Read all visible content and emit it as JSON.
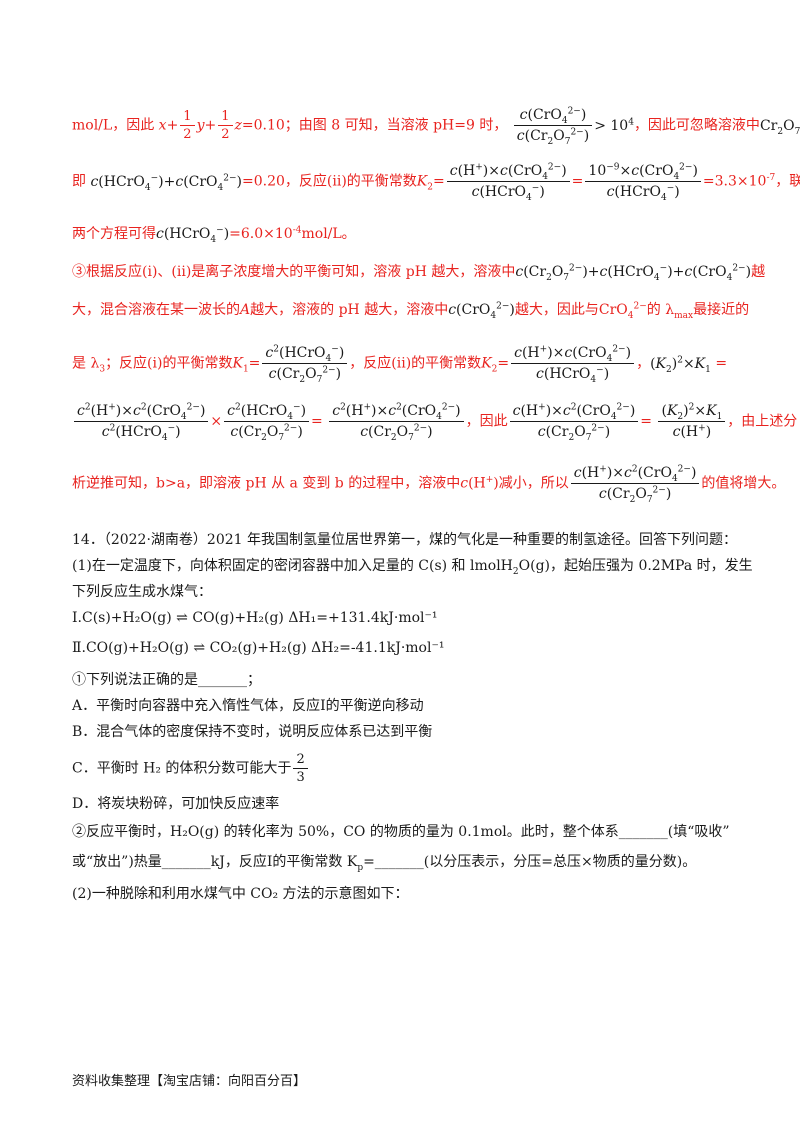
{
  "solution": {
    "l1_a": "mol/L，因此",
    "l1_b": "=0.10；由图 8 可知，当溶液 pH=9 时，",
    "l1_c": "> 10",
    "l1_c_exp": "4",
    "l1_d": "，因此可忽略溶液中",
    "l2_a": "即",
    "l2_b": "=0.20，反应(ii)的平衡常数",
    "l2_c": "=3.3×10",
    "l2_c_exp": "-7",
    "l2_d": "，联立",
    "l3_a": "两个方程可得",
    "l3_b": "=6.0×10",
    "l3_b_exp": "-4",
    "l3_c": "mol/L。",
    "l4_a": "③根据反应(i)、(ii)是离子浓度增大的平衡可知，溶液 pH 越大，溶液中",
    "l4_b": "越",
    "l5_a": "大，混合溶液在某一波长的",
    "l5_b": "越大，溶液的 pH 越大，溶液中",
    "l5_c": "越大，因此与",
    "l5_d": "的 λ",
    "l5_e": "最接近的",
    "l6_a": "是 λ",
    "l6_b": "；反应(i)的平衡常数",
    "l6_c": "，反应(ii)的平衡常数",
    "l6_d": "，",
    "l7_a": "，因此",
    "l7_b": "，由上述分",
    "l8_a": "析逆推可知，b>a，即溶液 pH 从 a 变到 b 的过程中，溶液中",
    "l8_b": "减小，所以",
    "l8_c": "的值将增大。"
  },
  "question": {
    "number": "14．（2022·湖南卷）",
    "intro": "2021 年我国制氢量位居世界第一，煤的气化是一种重要的制氢途径。回答下列问题：",
    "p1_a": "(1)在一定温度下，向体积固定的密闭容器中加入足量的 C(s) 和",
    "p1_b": "，起始压强为 0.2MPa 时，发生",
    "p1_c": "下列反应生成水煤气：",
    "r1_label": "Ⅰ.",
    "r1": "C(s)+H₂O(g) ⇌ CO(g)+H₂(g)   ΔH₁=+131.4kJ·mol⁻¹",
    "r2_label": "Ⅱ.",
    "r2": "CO(g)+H₂O(g) ⇌ CO₂(g)+H₂(g)   ΔH₂=-41.1kJ·mol⁻¹",
    "q1": "①下列说法正确的是_______；",
    "optA": "A．平衡时向容器中充入惰性气体，反应Ⅰ的平衡逆向移动",
    "optB": "B．混合气体的密度保持不变时，说明反应体系已达到平衡",
    "optC": "C．平衡时 H₂ 的体积分数可能大于",
    "optC_num": "2",
    "optC_den": "3",
    "optD": "D．将炭块粉碎，可加快反应速率",
    "q2_a": "②反应平衡时，H₂O(g) 的转化率为 50%，CO 的物质的量为 0.1mol。此时，整个体系_______(填“吸收”",
    "q2_b": "或“放出”)热量_______kJ，反应Ⅰ的平衡常数 K",
    "q2_c": "=_______(以分压表示，分压=总压×物质的量分数)。",
    "p2": "(2)一种脱除和利用水煤气中 CO₂ 方法的示意图如下："
  },
  "footer": "资料收集整理【淘宝店铺：向阳百分百】"
}
